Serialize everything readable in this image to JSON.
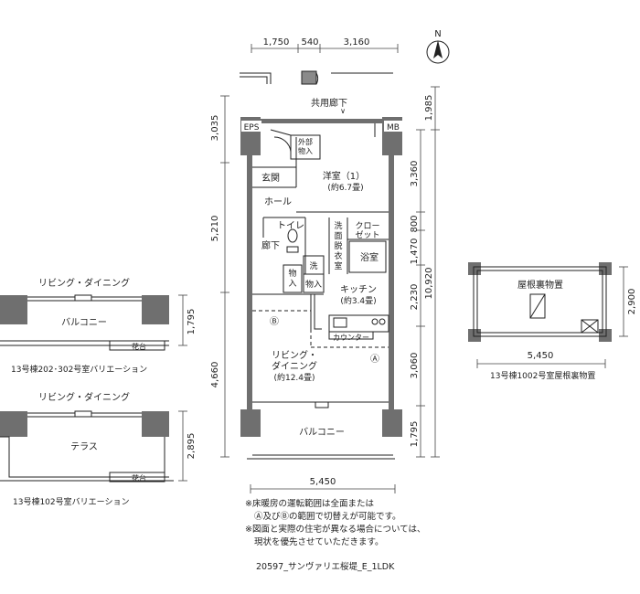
{
  "colors": {
    "wall": "#6f6f6f",
    "line": "#222222",
    "dim": "#444444"
  },
  "compass": {
    "label": "N"
  },
  "main_plan": {
    "top_dims": [
      "1,750",
      "540",
      "3,160"
    ],
    "left_dims": [
      "3,035",
      "5,210",
      "4,660"
    ],
    "right_dims_inner": [
      "3,360",
      "800",
      "1,470",
      "2,230",
      "3,060",
      "1,795"
    ],
    "right_dims_outer": [
      "1,985",
      "10,920"
    ],
    "bottom_dim": "5,450",
    "rooms": {
      "corridor": "共用廊下",
      "eps": "EPS",
      "mb": "MB",
      "outdoor_storage": [
        "外部",
        "物入"
      ],
      "western_room": [
        "洋室（1）",
        "(約6.7畳)"
      ],
      "entrance": "玄関",
      "hall": "ホール",
      "toilet": "トイレ",
      "washroom": [
        "洗",
        "面",
        "脱",
        "衣",
        "室"
      ],
      "closet": [
        "クロー",
        "ゼット"
      ],
      "bath": "浴室",
      "hallway": "廊下",
      "storage1": [
        "物",
        "入"
      ],
      "wash": "洗",
      "storage2": "物入",
      "kitchen": [
        "キッチン",
        "(約3.4畳)"
      ],
      "counter": "カウンター",
      "marker_b": "Ⓑ",
      "marker_a": "Ⓐ",
      "living": [
        "リビング・",
        "ダイニング",
        "(約12.4畳)"
      ],
      "balcony": "バルコニー"
    }
  },
  "variation_202": {
    "title": "リビング・ダイニング",
    "balcony": "バルコニー",
    "planter": "花台",
    "dim": "1,795",
    "caption": "13号棟202･302号室バリエーション"
  },
  "variation_102": {
    "title": "リビング・ダイニング",
    "terrace": "テラス",
    "planter": "花台",
    "dim": "2,895",
    "caption": "13号棟102号室バリエーション"
  },
  "attic": {
    "label": "屋根裏物置",
    "dim_width": "5,450",
    "dim_height": "2,900",
    "caption": "13号棟1002号室屋根裏物置"
  },
  "notes": [
    "※床暖房の運転範囲は全面または",
    "Ⓐ及びⒷの範囲で切替えが可能です。",
    "※図面と実際の住宅が異なる場合については、",
    "現状を優先させていただきます。"
  ],
  "footer": "20597_サンヴァリエ桜堤_E_1LDK"
}
